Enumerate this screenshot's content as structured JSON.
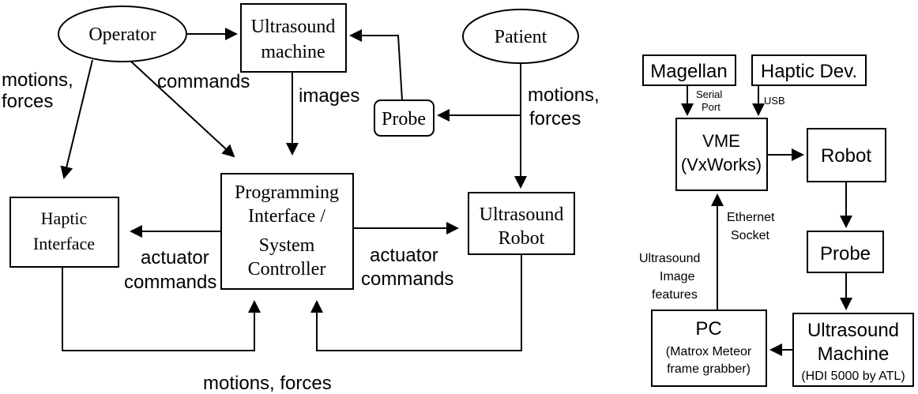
{
  "left_diagram": {
    "nodes": {
      "operator": "Operator",
      "patient": "Patient",
      "ultrasound_machine": [
        "Ultrasound",
        "machine"
      ],
      "probe": "Probe",
      "haptic_interface": [
        "Haptic",
        "Interface"
      ],
      "controller": [
        "Programming",
        "Interface /",
        "System",
        "Controller"
      ],
      "ultrasound_robot": [
        "Ultrasound",
        "Robot"
      ]
    },
    "edge_labels": {
      "operator_motions": [
        "motions,",
        "forces"
      ],
      "commands": "commands",
      "images": "images",
      "patient_motions": [
        "motions,",
        "forces"
      ],
      "actuator_left": [
        "actuator",
        "commands"
      ],
      "actuator_right": [
        "actuator",
        "commands"
      ],
      "bottom_motions": "motions, forces"
    }
  },
  "right_diagram": {
    "nodes": {
      "magellan": "Magellan",
      "haptic_dev": "Haptic Dev.",
      "vme": [
        "VME",
        "(VxWorks)"
      ],
      "robot": "Robot",
      "probe": "Probe",
      "us_machine": [
        "Ultrasound",
        "Machine",
        "(HDI 5000 by ATL)"
      ],
      "pc": [
        "PC",
        "(Matrox Meteor",
        "frame grabber)"
      ]
    },
    "edge_labels": {
      "serial_port": [
        "Serial",
        "Port"
      ],
      "usb": "USB",
      "ethernet": [
        "Ethernet",
        "Socket"
      ],
      "us_features": [
        "Ultrasound",
        "Image",
        "features"
      ]
    }
  }
}
